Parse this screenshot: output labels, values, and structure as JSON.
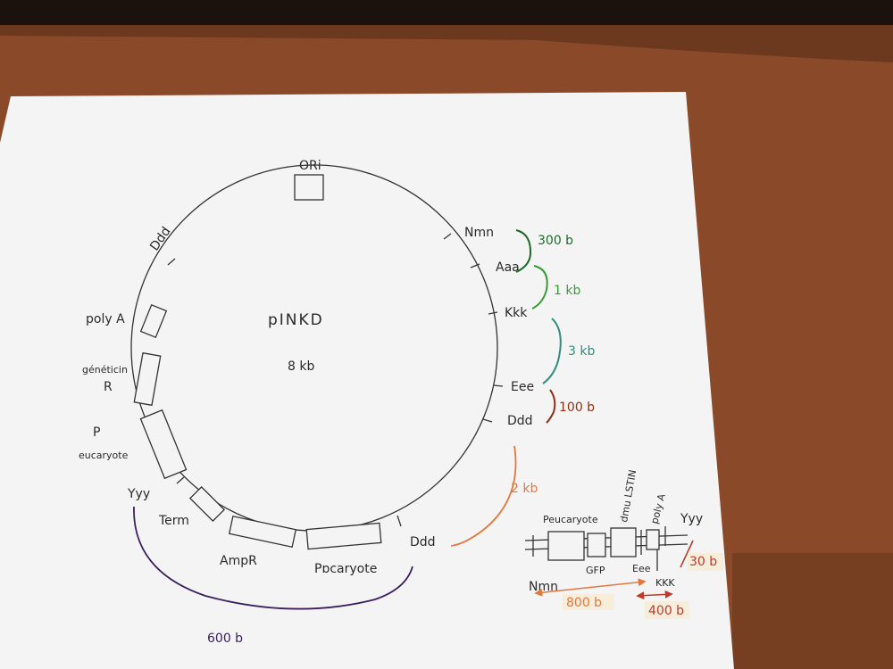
{
  "colors": {
    "table": "#8a4a2a",
    "paper": "#f4f4f4",
    "ink": "#2a2a2a",
    "bracket_300b": "#1f6a2a",
    "bracket_1kb": "#3c9a3a",
    "bracket_3kb": "#2e8f7d",
    "bracket_100b": "#8b3212",
    "arc_2kb": "#e2783e",
    "arc_600b": "#3a1e5c",
    "bracket_30b": "#c0392b"
  },
  "plasmid": {
    "name": "pINKD",
    "size": "8 kb",
    "ori_label": "ORi",
    "sites": {
      "nmn": "Nmn",
      "aaa": "Aaa",
      "kkk": "Kkk",
      "eee": "Eee",
      "ddd_right": "Ddd",
      "ddd_bottom": "Ddd",
      "ddd_top": "Ddd",
      "yyy": "Yyy"
    },
    "features": {
      "poly_a": "poly A",
      "resistance_line1": "généticin",
      "resistance_line2": "R",
      "p_line1": "P",
      "p_line2": "eucaryote",
      "term": "Term",
      "ampr": "AmpR",
      "p_procaryote": "Pɒcaryote"
    }
  },
  "distances": {
    "d_300b": "300 b",
    "d_1kb": "1 kb",
    "d_3kb": "3 kb",
    "d_100b": "100 b",
    "d_2kb": "2 kb",
    "d_600b": "600 b"
  },
  "insert": {
    "p_eucaryote": "Peucaryote",
    "nls": "dmu LSTIN",
    "poly_a": "poly A",
    "yyy": "Yyy",
    "gfp": "GFP",
    "eee": "Eee",
    "nmn": "Nmn",
    "kkk": "KKK",
    "d_800b": "800 b",
    "d_400b": "400 b",
    "d_30b": "30 b"
  }
}
